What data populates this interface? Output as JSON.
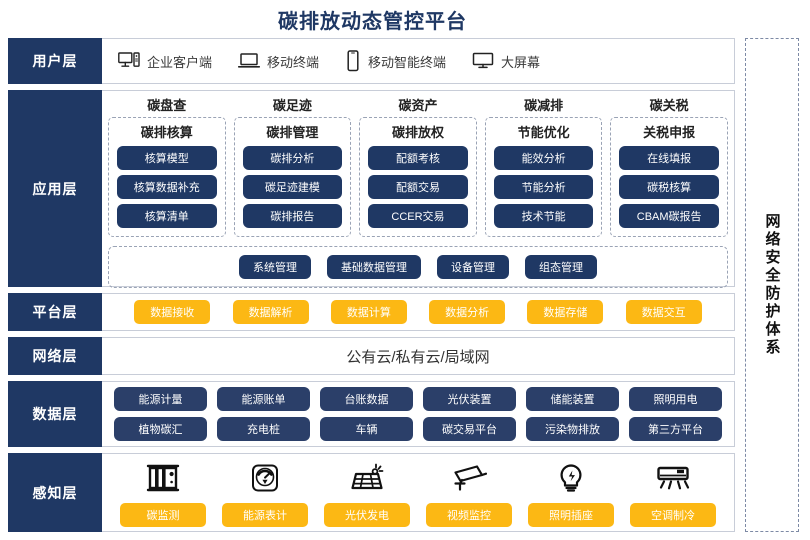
{
  "title": "碳排放动态管控平台",
  "security_column": {
    "label": "网络安全防护体系"
  },
  "layers": {
    "user": {
      "label": "用户层",
      "items": [
        {
          "icon": "desktop-pc-icon",
          "label": "企业客户端"
        },
        {
          "icon": "laptop-icon",
          "label": "移动终端"
        },
        {
          "icon": "smartphone-icon",
          "label": "移动智能终端"
        },
        {
          "icon": "large-screen-icon",
          "label": "大屏幕"
        }
      ]
    },
    "application": {
      "label": "应用层",
      "columns": [
        {
          "title": "碳盘查",
          "subtitle": "碳排核算",
          "items": [
            "核算模型",
            "核算数据补充",
            "核算清单"
          ]
        },
        {
          "title": "碳足迹",
          "subtitle": "碳排管理",
          "items": [
            "碳排分析",
            "碳足迹建模",
            "碳排报告"
          ]
        },
        {
          "title": "碳资产",
          "subtitle": "碳排放权",
          "items": [
            "配额考核",
            "配额交易",
            "CCER交易"
          ]
        },
        {
          "title": "碳减排",
          "subtitle": "节能优化",
          "items": [
            "能效分析",
            "节能分析",
            "技术节能"
          ]
        },
        {
          "title": "碳关税",
          "subtitle": "关税申报",
          "items": [
            "在线填报",
            "碳税核算",
            "CBAM碳报告"
          ]
        }
      ],
      "bottom_items": [
        "系统管理",
        "基础数据管理",
        "设备管理",
        "组态管理"
      ]
    },
    "platform": {
      "label": "平台层",
      "items": [
        "数据接收",
        "数据解析",
        "数据计算",
        "数据分析",
        "数据存储",
        "数据交互"
      ]
    },
    "network": {
      "label": "网络层",
      "text": "公有云/私有云/局域网"
    },
    "data": {
      "label": "数据层",
      "row1": [
        "能源计量",
        "能源账单",
        "台账数据",
        "光伏装置",
        "储能装置",
        "照明用电"
      ],
      "row2": [
        "植物碳汇",
        "充电桩",
        "车辆",
        "碳交易平台",
        "污染物排放",
        "第三方平台"
      ]
    },
    "perception": {
      "label": "感知层",
      "items": [
        {
          "icon": "carbon-monitor-icon",
          "label": "碳监测"
        },
        {
          "icon": "energy-meter-icon",
          "label": "能源表计"
        },
        {
          "icon": "solar-panel-icon",
          "label": "光伏发电"
        },
        {
          "icon": "cctv-camera-icon",
          "label": "视频监控"
        },
        {
          "icon": "light-bulb-icon",
          "label": "照明插座"
        },
        {
          "icon": "air-conditioner-icon",
          "label": "空调制冷"
        }
      ]
    }
  },
  "colors": {
    "primary_blue": "#1f3864",
    "secondary_blue": "#2b3f69",
    "accent_yellow": "#fcb814",
    "border_gray": "#c8cdd8"
  }
}
